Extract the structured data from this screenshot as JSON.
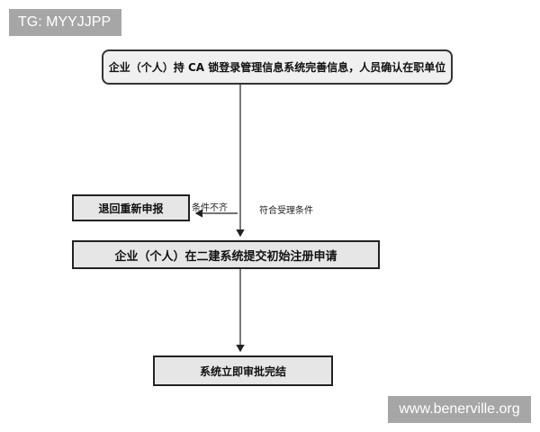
{
  "watermarks": {
    "top_left": "TG: MYYJJPP",
    "bottom_right": "www.benerville.org"
  },
  "flowchart": {
    "nodes": {
      "start": "企业（个人）持 CA 锁登录管理信息系统完善信息，人员确认在职单位",
      "return": "退回重新申报",
      "submit": "企业（个人）在二建系统提交初始注册申请",
      "done": "系统立即审批完结"
    },
    "edges": {
      "not_met": "条件不齐",
      "met": "符合受理条件"
    }
  },
  "colors": {
    "badge_bg": "#a6a6a6",
    "box_fill": "#e6e6e6",
    "line": "#222222"
  }
}
